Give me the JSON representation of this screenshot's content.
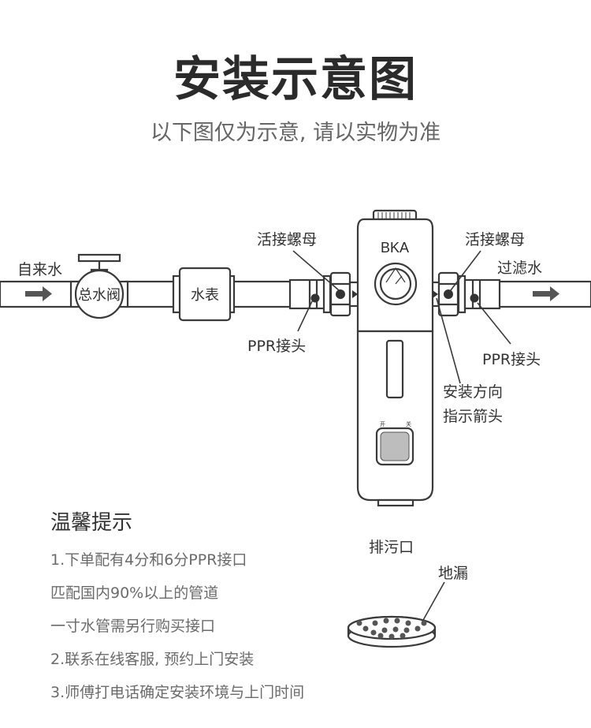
{
  "header": {
    "title": "安装示意图",
    "subtitle": "以下图仅为示意, 请以实物为准"
  },
  "diagram": {
    "labels": {
      "inlet_water": "自来水",
      "main_valve": "总水阀",
      "water_meter": "水表",
      "union_nut_left": "活接螺母",
      "union_nut_right": "活接螺母",
      "filtered_water": "过滤水",
      "ppr_joint_left": "PPR接头",
      "ppr_joint_right": "PPR接头",
      "direction_arrow": "安装方向",
      "direction_arrow_line2": "指示箭头",
      "drain_outlet": "排污口",
      "floor_drain": "地漏"
    },
    "filter": {
      "brand": "BKA",
      "switch_open": "开",
      "switch_close": "关"
    }
  },
  "tips": {
    "title": "温馨提示",
    "items": [
      "1.下单配有4分和6分PPR接口",
      "匹配国内90%以上的管道",
      "一寸水管需另行购买接口",
      "2.联系在线客服, 预约上门安装",
      "3.师傅打电话确定安装环境与上门时间"
    ]
  },
  "colors": {
    "outline": "#3a3a3a",
    "pipe_fill": "#ffffff",
    "dot": "#333333"
  }
}
